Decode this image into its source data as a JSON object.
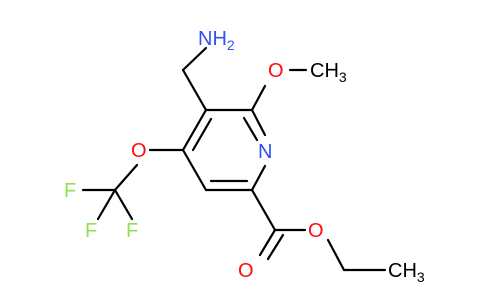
{
  "colors": {
    "bond": "#000000",
    "nitrogen": "#3050F8",
    "oxygen": "#FF0D0D",
    "fluorine": "#90E050",
    "carbon_label": "#000000"
  },
  "labels": {
    "amine_main": "NH",
    "amine_sub": "2",
    "methoxy_o": "O",
    "methyl_main": "CH",
    "methyl_sub": "3",
    "ring_n": "N",
    "ether_o": "O",
    "f1": "F",
    "f2": "F",
    "f3": "F",
    "carbonyl_o": "O",
    "ester_o": "O",
    "ethyl_main": "CH",
    "ethyl_sub": "3"
  }
}
